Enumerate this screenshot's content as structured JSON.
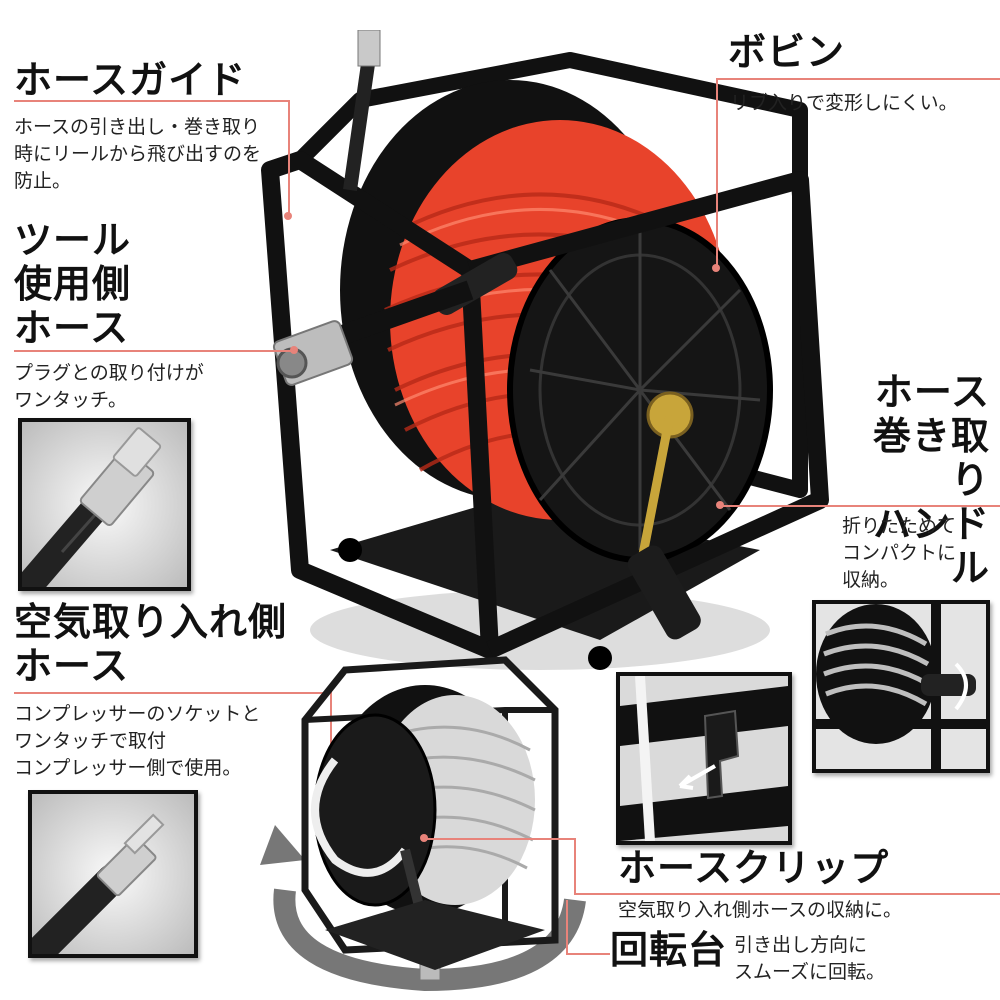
{
  "callouts": {
    "hose_guide": {
      "title": "ホースガイド",
      "desc": [
        "ホースの引き出し・巻き取り",
        "時にリールから飛び出すのを",
        "防止。"
      ]
    },
    "tool_hose": {
      "title": [
        "ツール",
        "使用側",
        "ホース"
      ],
      "desc": [
        "プラグとの取り付けが",
        "ワンタッチ。"
      ]
    },
    "bobbin": {
      "title": "ボビン",
      "desc": [
        "リブ入りで変形しにくい。"
      ]
    },
    "handle": {
      "title": [
        "ホース",
        "巻き取り",
        "ハンドル"
      ],
      "desc": [
        "折りたためて",
        "コンパクトに",
        "収納。"
      ]
    },
    "air_hose": {
      "title": [
        "空気取り入れ側",
        "ホース"
      ],
      "desc": [
        "コンプレッサーのソケットと",
        "ワンタッチで取付",
        "コンプレッサー側で使用。"
      ]
    },
    "hose_clip": {
      "title": "ホースクリップ",
      "desc": [
        "空気取り入れ側ホースの収納に。"
      ]
    },
    "turntable": {
      "title": "回転台",
      "desc": [
        "引き出し方向に",
        "スムーズに回転。"
      ]
    }
  },
  "colors": {
    "accent_line": "#e8837a",
    "hose_red": "#e8432b",
    "frame_black": "#111111"
  },
  "icons": [
    "hose-reel-photo",
    "socket-closeup-photo",
    "plug-closeup-photo",
    "folded-handle-photo",
    "hose-clip-photo",
    "rotating-base-arrow"
  ]
}
